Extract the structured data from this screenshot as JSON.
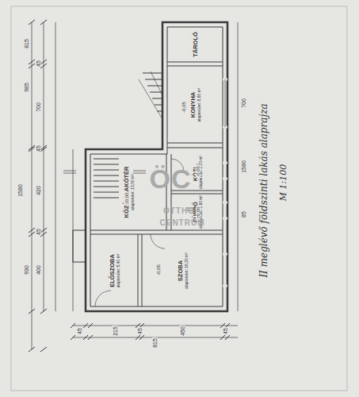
{
  "diagram": {
    "title": "II meglévő földszinti lakás alaprajza",
    "nodes": [
      {
        "text": [
          "TÁROLÓ"
        ]
      },
      {
        "text": [
          "KONYHA",
          "alapterület: 8,80 m²"
        ]
      },
      {
        "text": [
          "KÖZÖS LAKÓTÉR",
          "alapterület: 13,50 m²"
        ]
      },
      {
        "text": [
          "KÖZL.",
          "alapterület: 2,70 m²"
        ]
      },
      {
        "text": [
          "FÜRDŐ",
          "alapterület: 2,90 m²"
        ]
      },
      {
        "text": [
          "ELŐSZOBA",
          "alapterület: 8,40 m²"
        ]
      },
      {
        "text": [
          "SZOBA",
          "alapterület: 16,20 m²"
        ]
      }
    ],
    "labels": [
      "M 1:100",
      "ÖC",
      "OTTHON",
      "CENTRUM",
      "815",
      "45",
      "700",
      "45",
      "985",
      "1580",
      "420",
      "45",
      "400",
      "930",
      "45",
      "215",
      "45",
      "450",
      "45",
      "815",
      "-0,05",
      "±0,00",
      "-0,05",
      "±0,00",
      "-0,05",
      "1580",
      "85",
      "700"
    ]
  }
}
